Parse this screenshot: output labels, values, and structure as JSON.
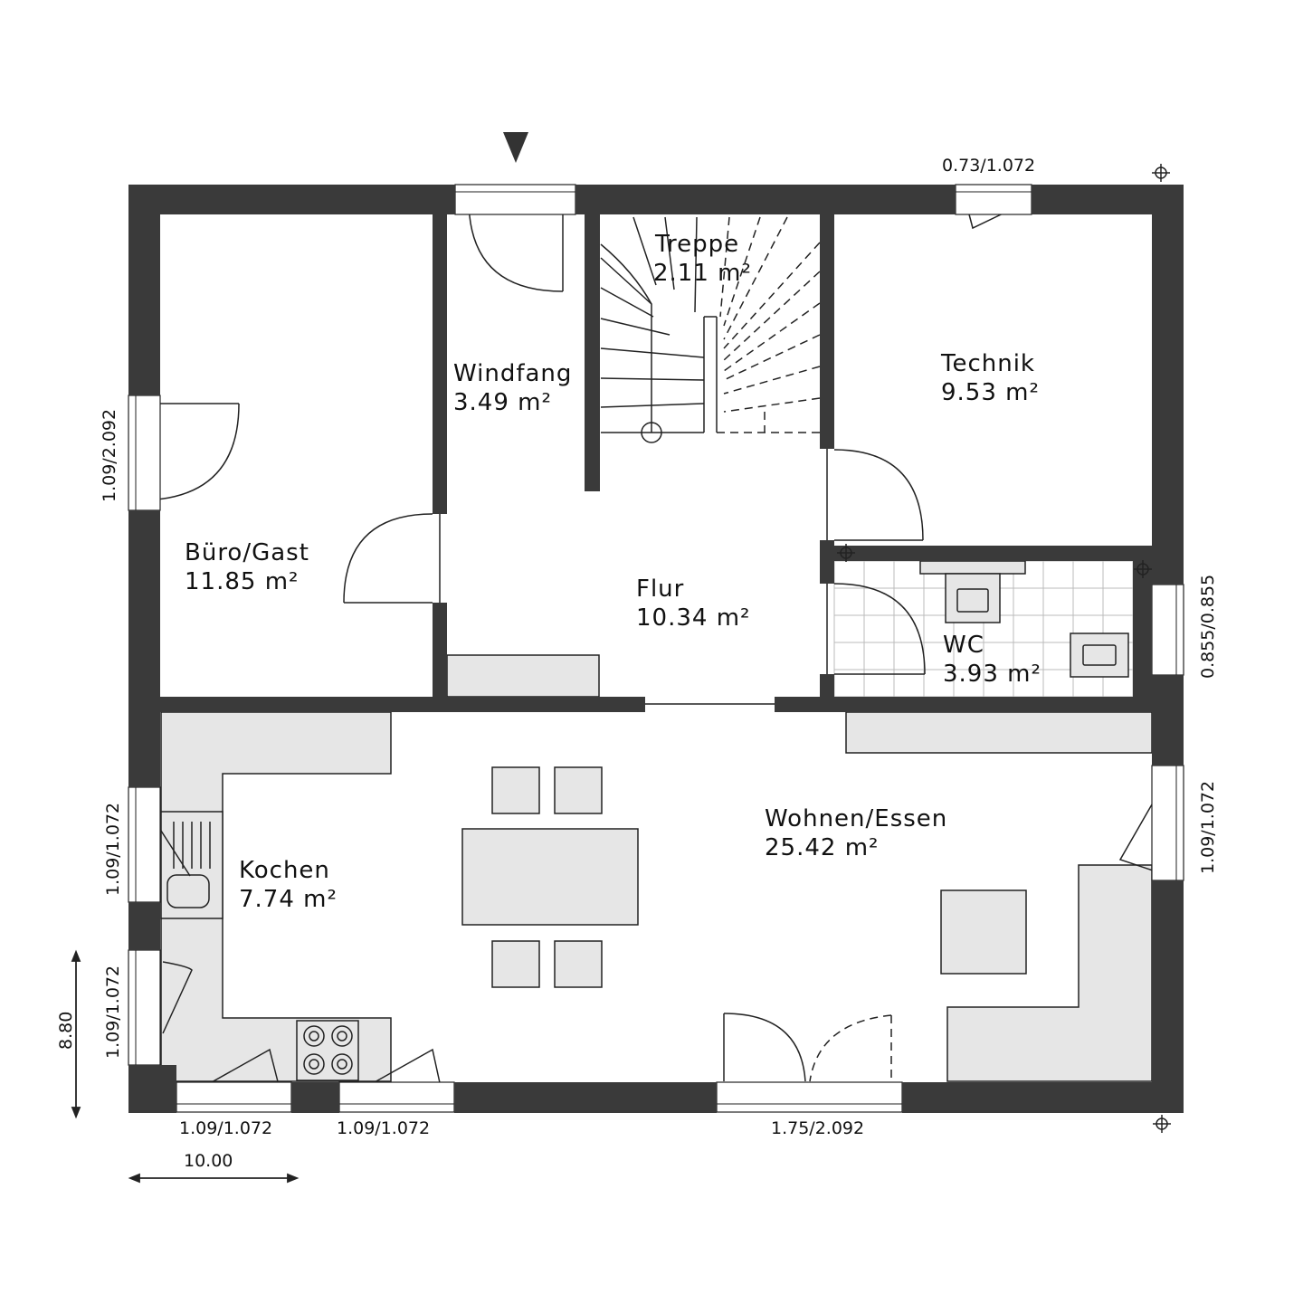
{
  "rooms": {
    "buero": {
      "name": "Büro/Gast",
      "area": "11.85 m²"
    },
    "windfang": {
      "name": "Windfang",
      "area": "3.49 m²"
    },
    "treppe": {
      "name": "Treppe",
      "area": "2.11 m²"
    },
    "technik": {
      "name": "Technik",
      "area": "9.53 m²"
    },
    "flur": {
      "name": "Flur",
      "area": "10.34 m²"
    },
    "wc": {
      "name": "WC",
      "area": "3.93 m²"
    },
    "kochen": {
      "name": "Kochen",
      "area": "7.74 m²"
    },
    "wohnen": {
      "name": "Wohnen/Essen",
      "area": "25.42 m²"
    }
  },
  "windows": {
    "top_right": "0.73/1.072",
    "left_upper": "1.09/2.092",
    "right_upper": "0.855/0.855",
    "left_middle": "1.09/1.072",
    "right_lower": "1.09/1.072",
    "left_lower": "1.09/1.072",
    "bottom_left": "1.09/1.072",
    "bottom_middle": "1.09/1.072",
    "bottom_door": "1.75/2.092"
  },
  "dimensions": {
    "height": "8.80",
    "width": "10.00"
  },
  "icons": {
    "entrance": "entrance-arrow-icon",
    "corner_marker": "crosshair-marker-icon"
  },
  "colors": {
    "wall": "#3a3a3a",
    "furniture": "#e6e6e6"
  }
}
